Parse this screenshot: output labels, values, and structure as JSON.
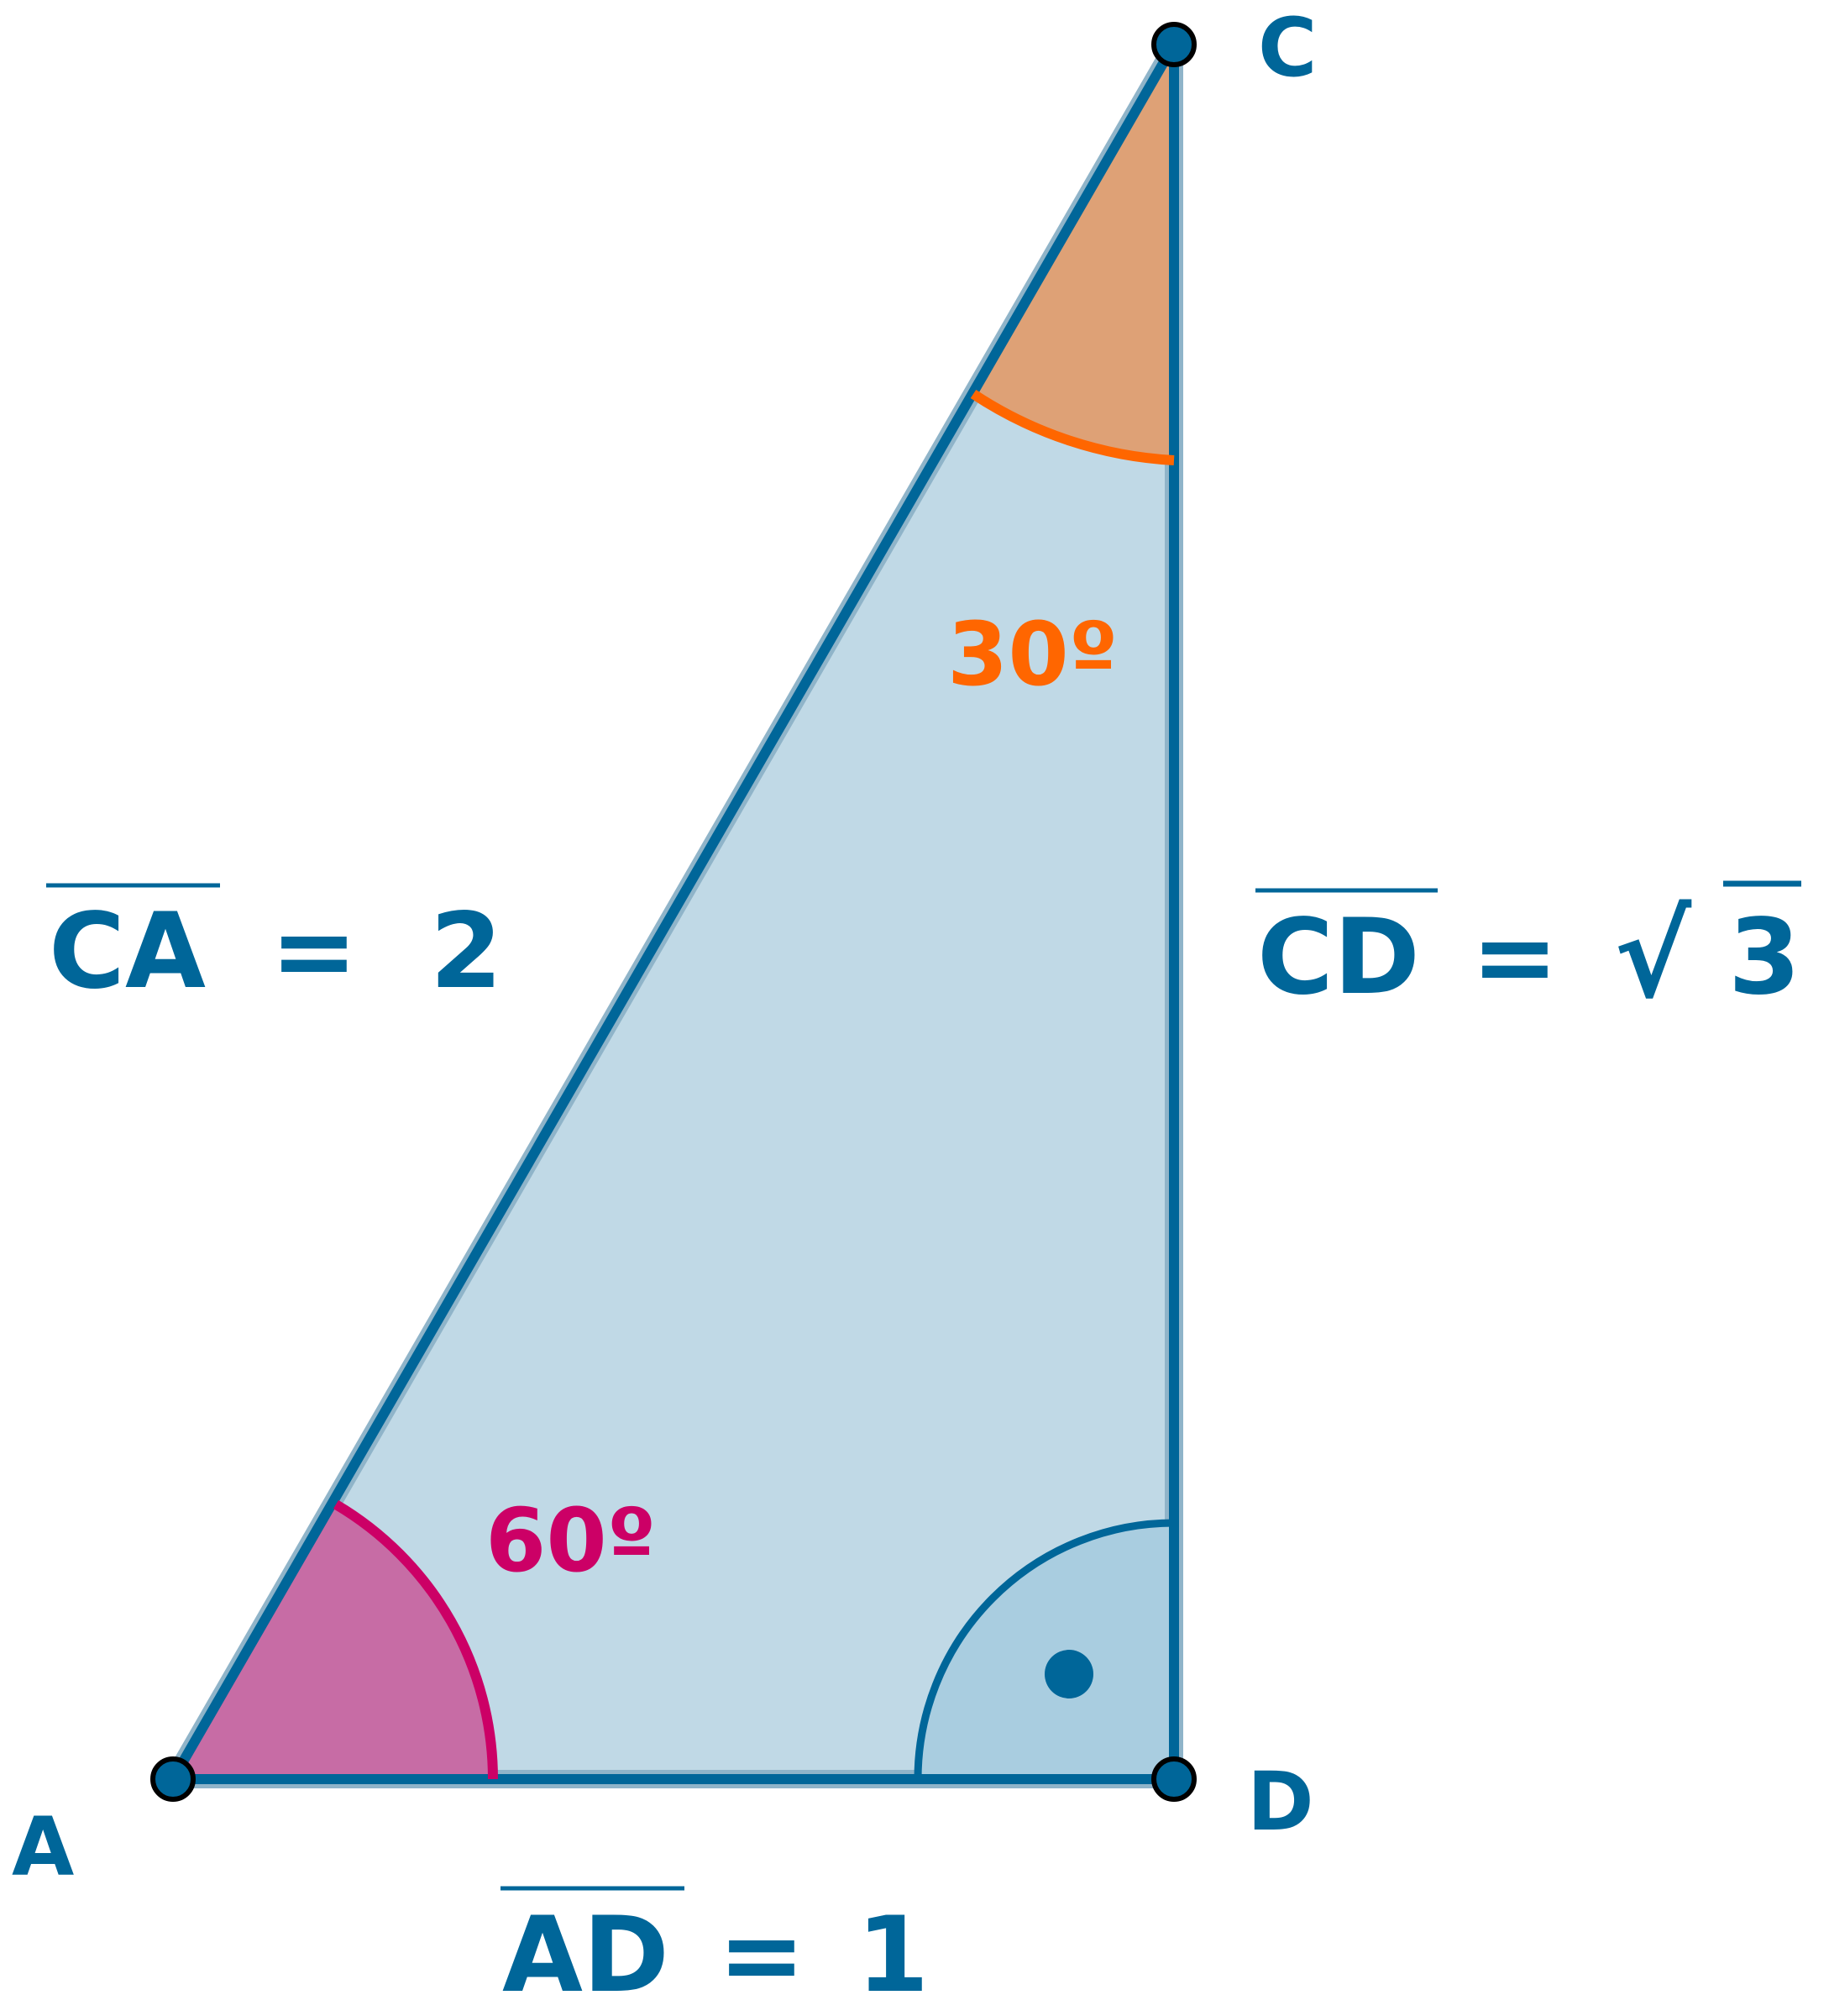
{
  "colors": {
    "primary": "#006699",
    "triangle_fill": "#c0d9e6",
    "angle_c_fill": "#dea176",
    "angle_c_arc": "#ff6600",
    "angle_a_fill": "#c76ca5",
    "angle_a_arc": "#cc0066",
    "angle_d_fill": "#a9cde0"
  },
  "vertices": {
    "a": "A",
    "c": "C",
    "d": "D"
  },
  "angles": {
    "c": "30º",
    "a": "60º"
  },
  "sides": {
    "ca": {
      "name": "CA",
      "equals": "=",
      "value": "2"
    },
    "cd": {
      "name": "CD",
      "equals": "=",
      "value": "3",
      "radical": "√"
    },
    "ad": {
      "name": "AD",
      "equals": "=",
      "value": "1"
    }
  },
  "icons": {
    "right_angle_dot": "right-angle-dot-icon"
  }
}
